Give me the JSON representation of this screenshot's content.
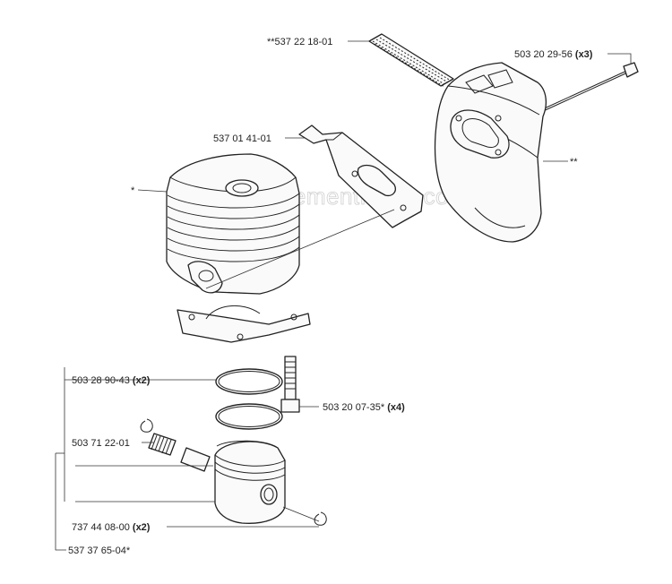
{
  "watermark": "eReplacementParts.com",
  "labels": {
    "screen": {
      "code": "**537 22 18-01",
      "qty": ""
    },
    "screw_top": {
      "code": "503 20 29-56",
      "qty": "(x3)"
    },
    "bracket": {
      "code": "537 01 41-01",
      "qty": ""
    },
    "cylinder": {
      "code": "*",
      "qty": ""
    },
    "muffler": {
      "code": "**",
      "qty": ""
    },
    "ring": {
      "code": "503 28 90-43",
      "qty": "(x2)"
    },
    "bolt": {
      "code": "503 20 07-35*",
      "qty": "(x4)"
    },
    "bearing": {
      "code": "503 71 22-01",
      "qty": ""
    },
    "circlip": {
      "code": "737 44 08-00",
      "qty": "(x2)"
    },
    "piston_kit": {
      "code": "537 37 65-04*",
      "qty": ""
    }
  }
}
